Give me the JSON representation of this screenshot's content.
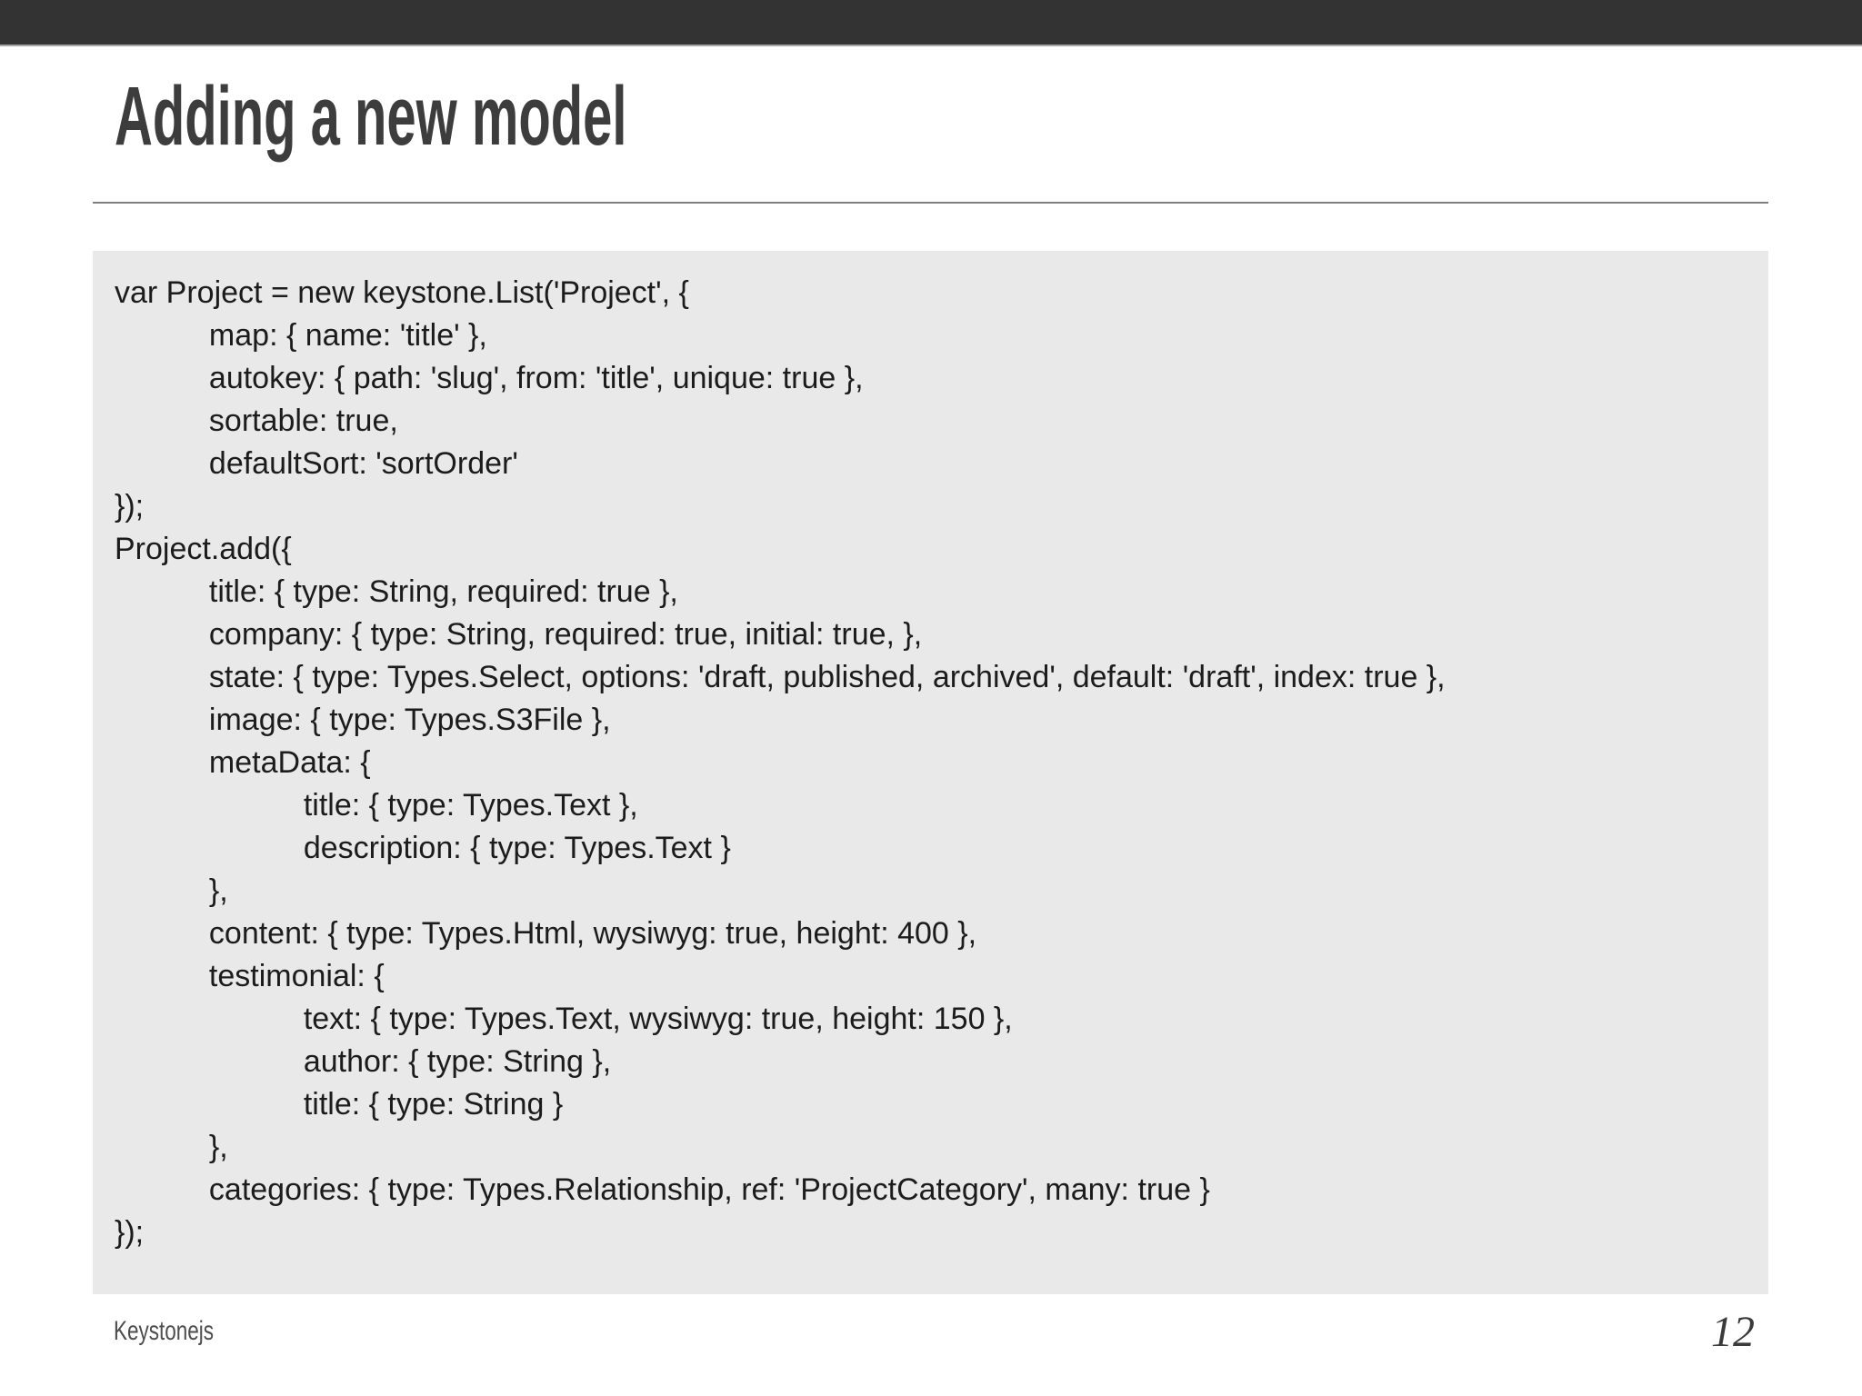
{
  "slide": {
    "title": "Adding a new model",
    "code": {
      "language": "javascript",
      "lines": [
        "var Project = new keystone.List('Project', {",
        "\tmap: { name: 'title' },",
        "\tautokey: { path: 'slug', from: 'title', unique: true },",
        "\tsortable: true,",
        "\tdefaultSort: 'sortOrder'",
        "});",
        "Project.add({",
        "\ttitle: { type: String, required: true },",
        "\tcompany: { type: String, required: true, initial: true, },",
        "\tstate: { type: Types.Select, options: 'draft, published, archived', default: 'draft', index: true },",
        "\timage: { type: Types.S3File },",
        "\tmetaData: {",
        "\t\ttitle: { type: Types.Text },",
        "\t\tdescription: { type: Types.Text }",
        "\t},",
        "\tcontent: { type: Types.Html, wysiwyg: true, height: 400 },",
        "\ttestimonial: {",
        "\t\ttext: { type: Types.Text, wysiwyg: true, height: 150 },",
        "\t\tauthor: { type: String },",
        "\t\ttitle: { type: String }",
        "\t},",
        "\tcategories: { type: Types.Relationship, ref: 'ProjectCategory', many: true }",
        "});"
      ]
    },
    "footer": {
      "brand": "Keystonejs",
      "page_number": "12"
    },
    "colors": {
      "top_bar": "#333333",
      "title_text": "#3d3d3d",
      "divider": "#7f7f7f",
      "code_background": "#e9e9e9",
      "code_text": "#1c1c1c",
      "footer_text": "#4d4d4d",
      "page_number_text": "#3a3a3a"
    }
  }
}
